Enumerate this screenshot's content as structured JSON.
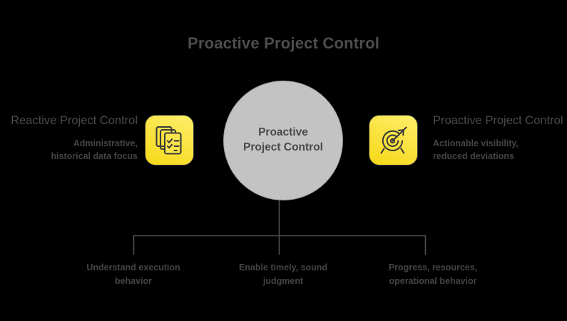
{
  "title": "Proactive Project Control",
  "background_color": "#000000",
  "accent_color": "#f7d917",
  "text_color": "#4a4a4a",
  "hub": {
    "label": "Proactive\nProject Control",
    "line1": "Proactive",
    "line2": "Project Control",
    "fill_color": "#c3c3c3"
  },
  "left_branch": {
    "heading": "Reactive Project Control",
    "subtext": "Administrative, historical data focus",
    "subtext_line1": "Administrative,",
    "subtext_line2": "historical data focus",
    "icon": "documents-checklist-icon"
  },
  "right_branch": {
    "heading": "Proactive Project Control",
    "subtext": "Actionable visibility, reduced deviations",
    "subtext_line1": "Actionable visibility,",
    "subtext_line2": "reduced deviations",
    "icon": "target-arrow-icon"
  },
  "leaves": [
    {
      "line1": "Understand execution",
      "line2": "behavior",
      "text": "Understand execution behavior"
    },
    {
      "line1": "Enable timely, sound",
      "line2": "judgment",
      "text": "Enable timely, sound judgment"
    },
    {
      "line1": "Progress, resources,",
      "line2": "operational behavior",
      "text": "Progress, resources, operational behavior"
    }
  ]
}
